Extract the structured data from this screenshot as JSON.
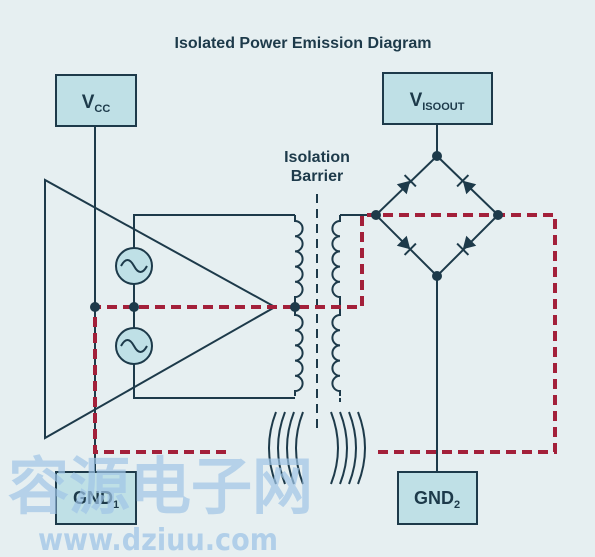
{
  "title": "Isolated Power Emission Diagram",
  "barrier_label_line1": "Isolation",
  "barrier_label_line2": "Barrier",
  "vcc": {
    "main": "V",
    "sub": "CC"
  },
  "visoout": {
    "main": "V",
    "sub": "ISOOUT"
  },
  "gnd1": {
    "main": "GND",
    "sub": "1"
  },
  "gnd2": {
    "main": "GND",
    "sub": "2"
  },
  "watermark": {
    "cjk": "容源电子网",
    "url": "www.dziuu.com"
  },
  "colors": {
    "background": "#e6eff1",
    "box_fill": "#bfe0e6",
    "wire": "#1d3a4a",
    "emission_path": "#a3203a",
    "watermark_blue": "#9fc4e6",
    "watermark_orange": "#f2b890"
  }
}
